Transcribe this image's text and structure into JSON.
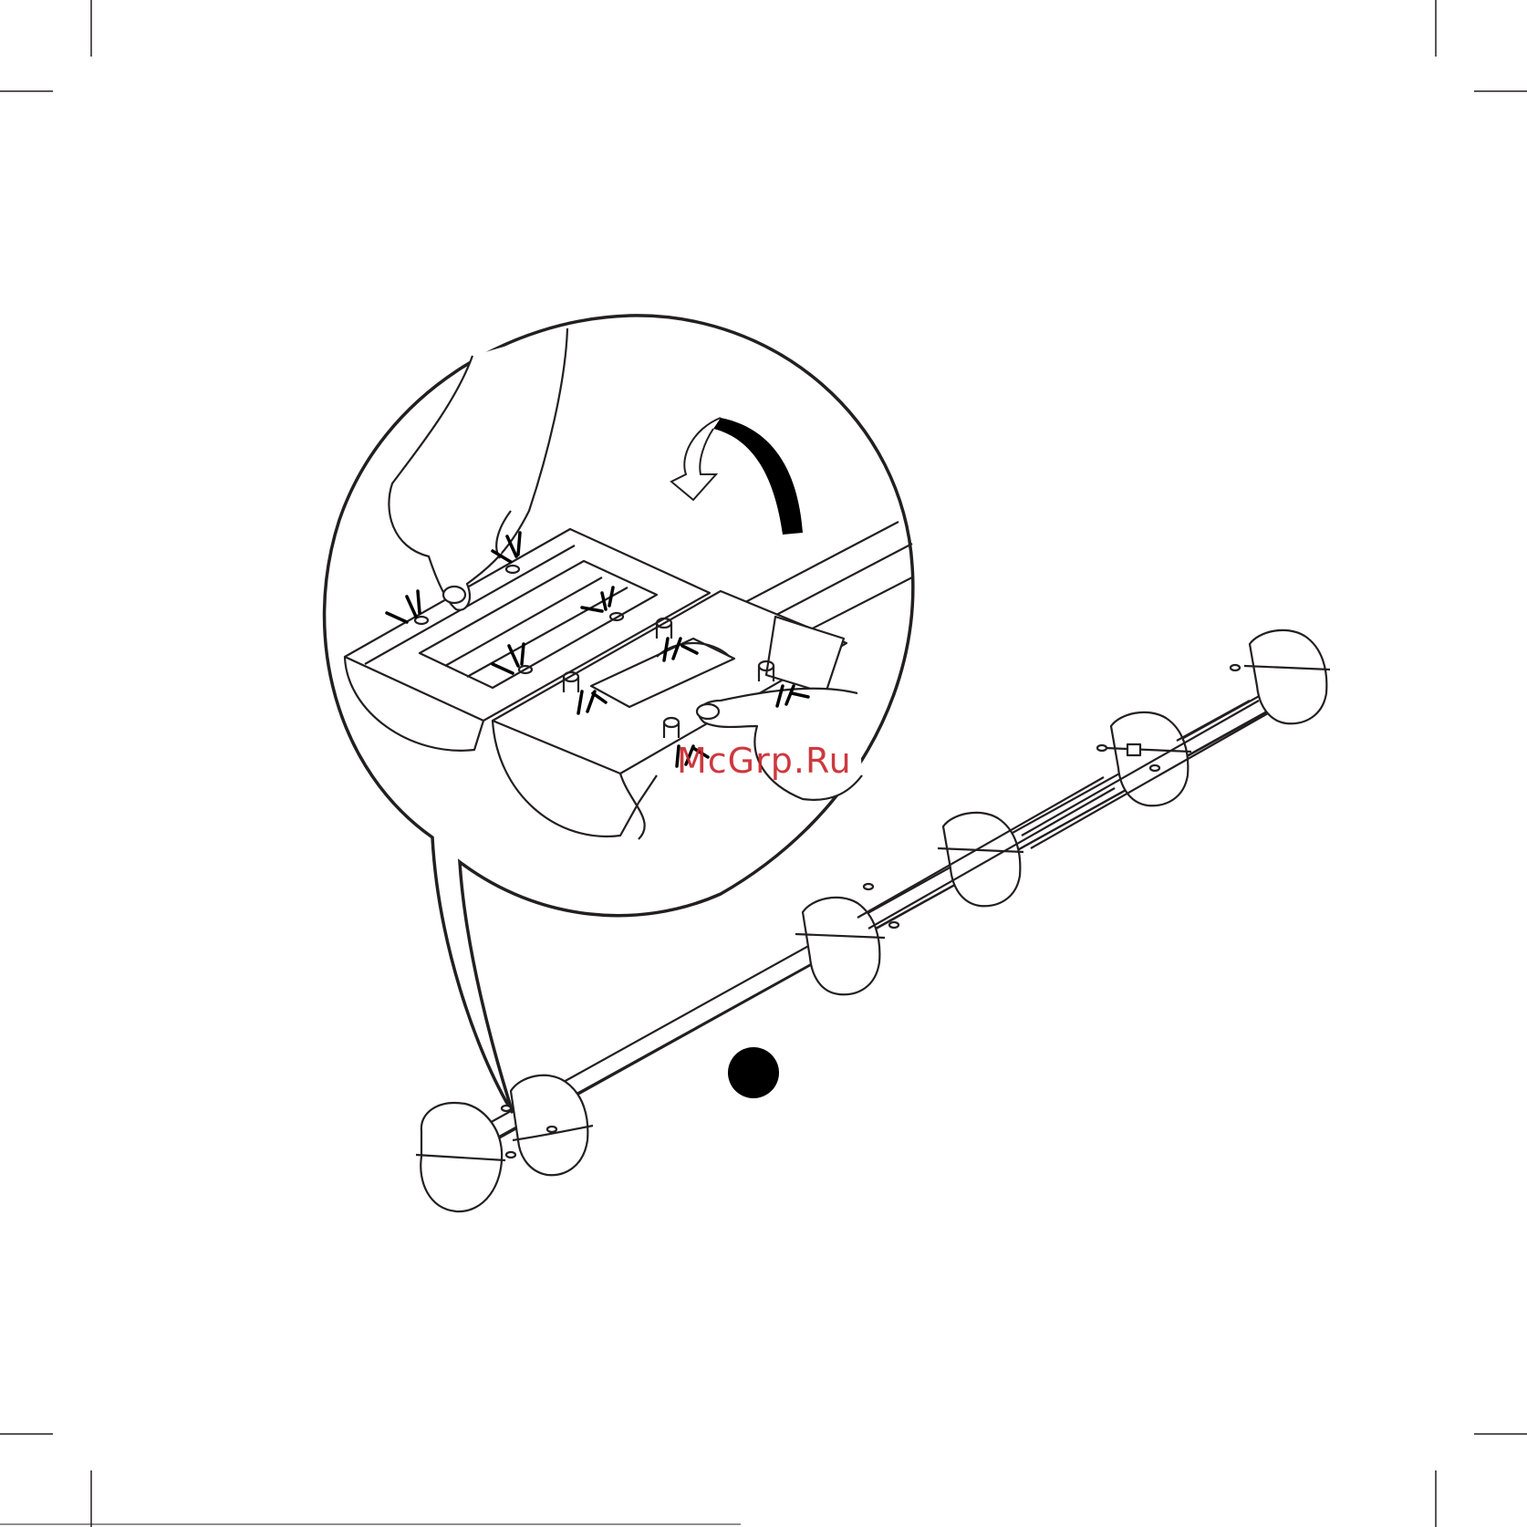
{
  "page": {
    "kind": "assembly-instruction-illustration",
    "step_marker": "black-filled-circle"
  },
  "watermark": {
    "text": "McGrp.Ru",
    "color": "#c8242b"
  },
  "colors": {
    "line": "#231f20",
    "paper": "#ffffff",
    "arrow": "#000000"
  },
  "icons": {
    "rotate_arrow": "curved-arrow-icon",
    "snap_marks": "click-lines-icon"
  }
}
